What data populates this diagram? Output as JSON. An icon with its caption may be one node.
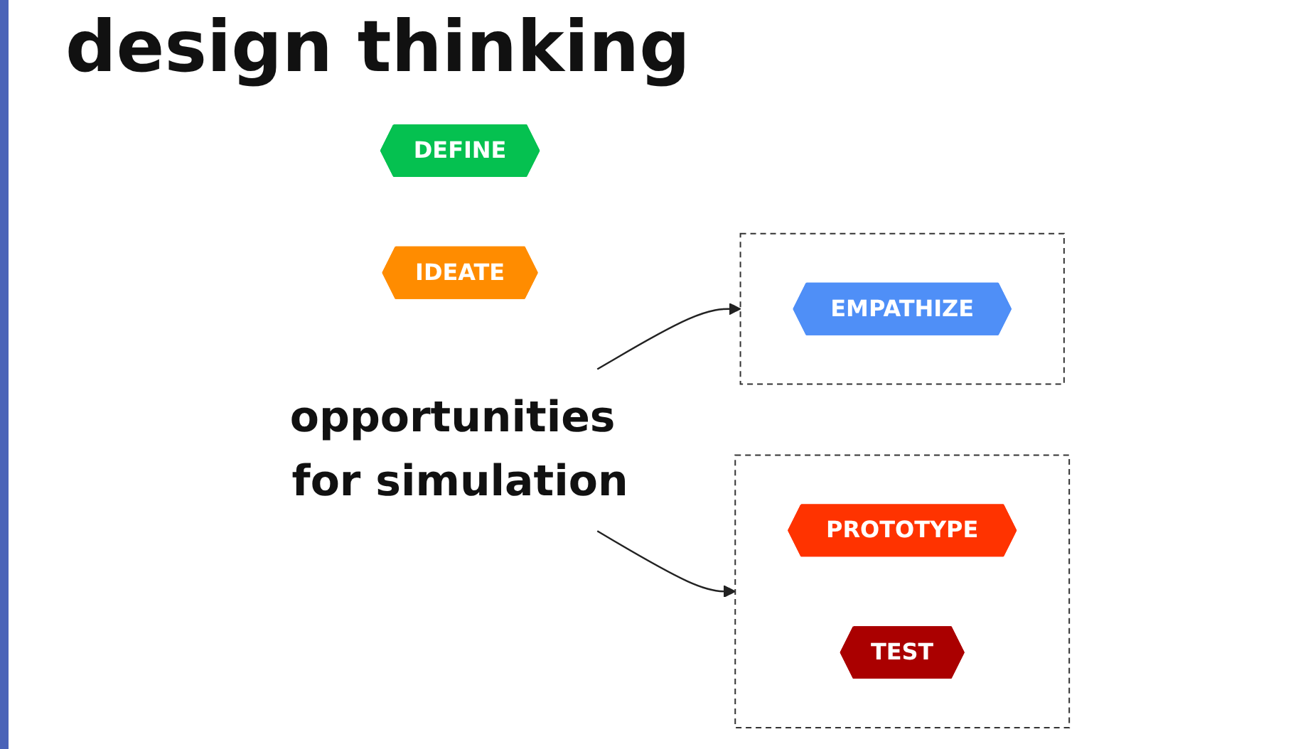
{
  "diagram": {
    "title": "design thinking",
    "nodes": [
      {
        "text": [],
        "shape": "box"
      },
      {
        "text": [
          "EMPATHIZE"
        ],
        "in": 0
      },
      {
        "text": [
          "DEFINE"
        ]
      },
      {
        "text": [
          "IDEATE"
        ]
      },
      {
        "text": [],
        "shape": "box"
      },
      {
        "text": [
          "PROTOTYPE"
        ],
        "in": 4
      },
      {
        "text": [
          "TEST"
        ],
        "in": 4
      },
      {
        "text": [
          "opportunities for simulation"
        ]
      }
    ],
    "edges": [
      {
        "from": 7,
        "to": 0,
        "arrow": "to"
      },
      {
        "from": 7,
        "to": 4,
        "arrow": "to"
      }
    ]
  }
}
